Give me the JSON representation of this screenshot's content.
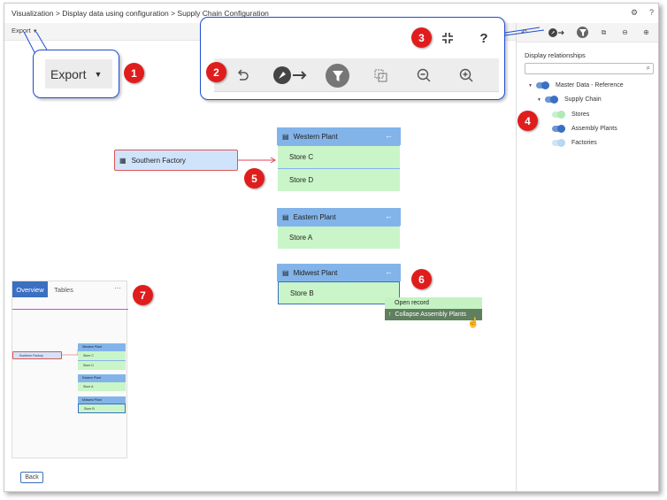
{
  "breadcrumb": "Visualization > Display data using configuration > Supply Chain Configuration",
  "toolbar": {
    "export_label": "Export"
  },
  "callouts": {
    "export_label": "Export",
    "badges": [
      "1",
      "2",
      "3",
      "4",
      "5",
      "6",
      "7"
    ],
    "help_label": "?"
  },
  "sidebar": {
    "title": "Display relationships",
    "search_placeholder": "",
    "tree": [
      {
        "label": "Master Data - Reference",
        "toggle": "blue"
      },
      {
        "label": "Supply Chain",
        "toggle": "blue"
      },
      {
        "label": "Stores",
        "toggle": "green"
      },
      {
        "label": "Assembly Plants",
        "toggle": "blue"
      },
      {
        "label": "Factories",
        "toggle": "light"
      }
    ]
  },
  "graph": {
    "source": "Southern Factory",
    "plants": [
      {
        "name": "Western Plant",
        "stores": [
          "Store C",
          "Store D"
        ]
      },
      {
        "name": "Eastern Plant",
        "stores": [
          "Store A"
        ]
      },
      {
        "name": "Midwest Plant",
        "stores": [
          "Store B"
        ]
      }
    ]
  },
  "context_menu": {
    "open_record": "Open record",
    "collapse": "Collapse Assembly Plants"
  },
  "overview": {
    "tab_overview": "Overview",
    "tab_tables": "Tables",
    "more": "···",
    "mini": {
      "source": "Southern Factory",
      "plants": [
        {
          "name": "Western Plant",
          "stores": [
            "Store C",
            "Store D"
          ]
        },
        {
          "name": "Eastern Plant",
          "stores": [
            "Store A"
          ]
        },
        {
          "name": "Midwest Plant",
          "stores": [
            "Store B"
          ]
        }
      ]
    }
  },
  "back_label": "Back",
  "colors": {
    "callout_border": "#1f4fd1",
    "badge": "#e01d1d",
    "node_header": "#82b4ea",
    "node_child": "#c9f5c8",
    "accent": "#3b6fc1"
  }
}
